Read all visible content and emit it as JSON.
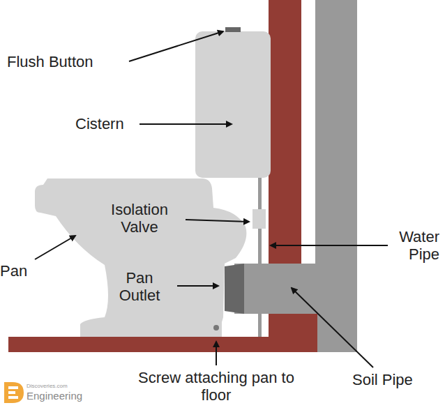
{
  "diagram": {
    "labels": [
      "Flush Button",
      "Cistern",
      "Isolation Valve",
      "Pan",
      "Pan Outlet",
      "Water Pipe",
      "Soil Pipe",
      "Screw attaching pan to floor",
      "Discoveries.com",
      "Engineering"
    ]
  }
}
